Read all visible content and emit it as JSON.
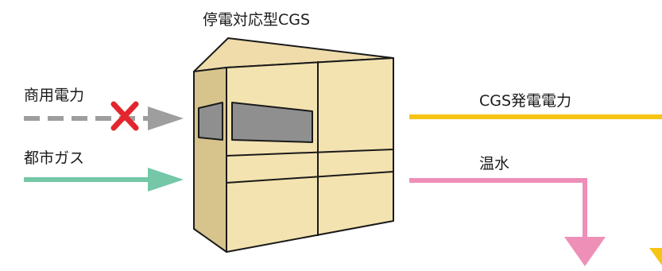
{
  "title": "停電対応型CGS",
  "inputs": {
    "commercial_power": "商用電力",
    "city_gas": "都市ガス"
  },
  "outputs": {
    "cgs_power": "CGS発電電力",
    "hot_water": "温水"
  },
  "icons": {
    "blocked_mark": "cross-icon",
    "unit": "cgs-unit-icon"
  },
  "colors": {
    "commercial_power": "#9e9e9e",
    "blocked_mark": "#e3262d",
    "city_gas": "#74c7a7",
    "cgs_power": "#f6c415",
    "hot_water": "#ee8fb8",
    "unit_fill": "#f3e3b0",
    "unit_side": "#d7c48d",
    "unit_outline": "#1a1a1a",
    "unit_panel": "#8f8f8f"
  }
}
